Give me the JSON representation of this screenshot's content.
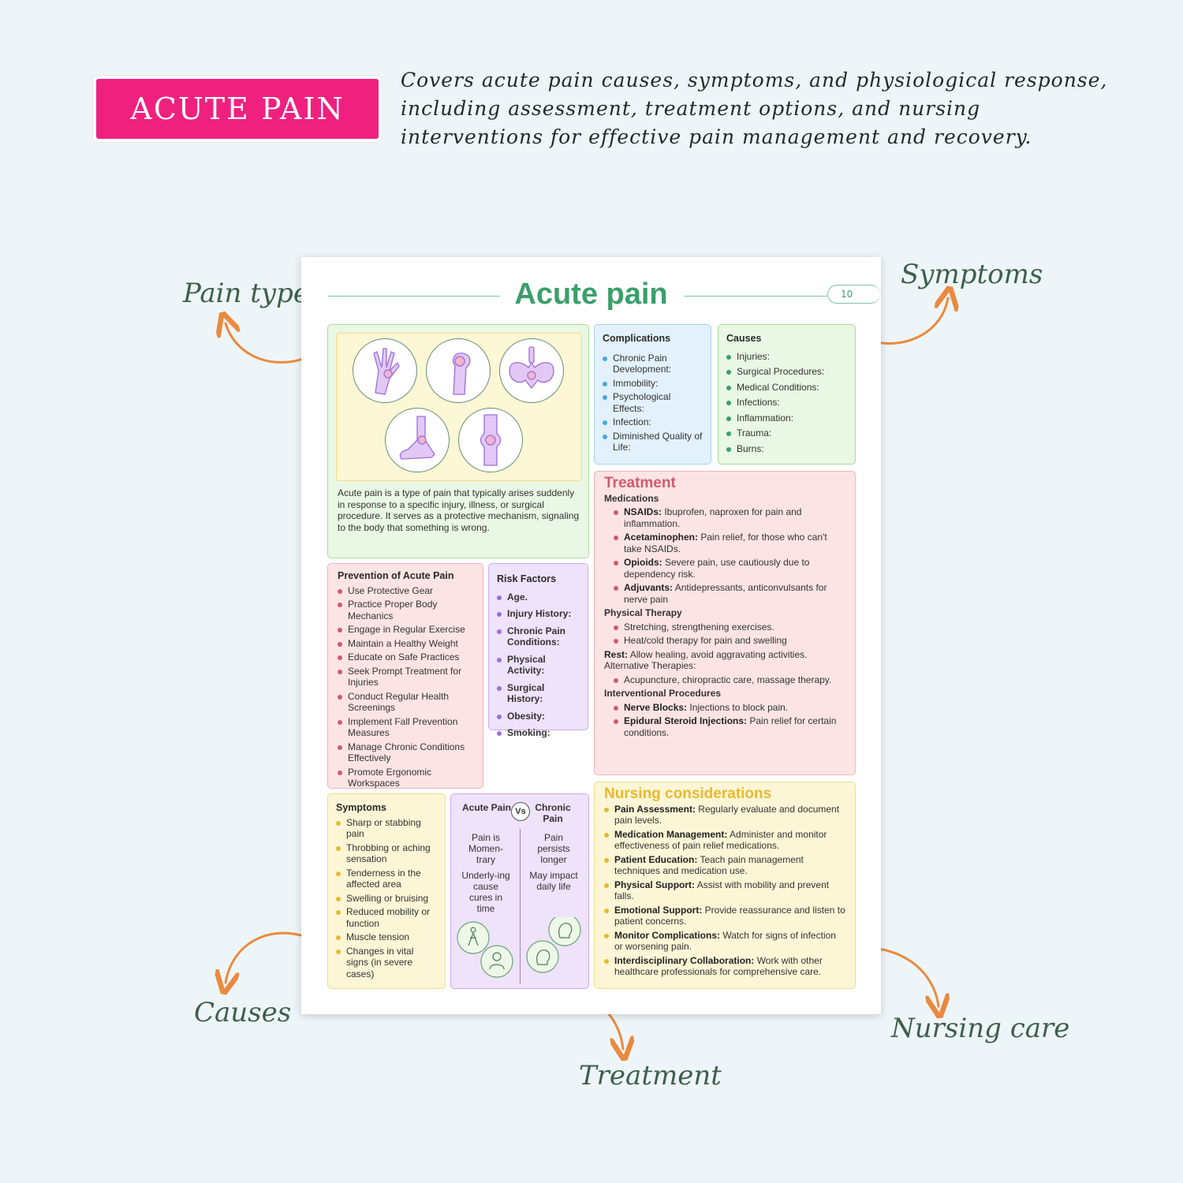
{
  "banner": {
    "label": "ACUTE PAIN"
  },
  "intro": "Covers acute pain causes, symptoms, and physiological response, including assessment, treatment options, and nursing interventions for effective pain management and recovery.",
  "callouts": {
    "pain_types": "Pain types",
    "symptoms": "Symptoms",
    "causes": "Causes",
    "treatment": "Treatment",
    "nursing_care": "Nursing care"
  },
  "colors": {
    "accent_pink": "#f0207f",
    "title_green": "#3a9f6b",
    "arrow_orange": "#e98a3f",
    "callout_green": "#3e5f4b"
  },
  "page": {
    "title": "Acute pain",
    "page_number": "10",
    "intro_box": {
      "icons": [
        "hand-joint-icon",
        "shoulder-joint-icon",
        "pelvis-icon",
        "foot-joint-icon",
        "knee-joint-icon"
      ],
      "text": "Acute pain is a type of pain that typically arises suddenly in response to a specific injury, illness, or surgical procedure. It serves as a protective mechanism, signaling to the body that something is wrong."
    },
    "complications": {
      "title": "Complications",
      "items": [
        "Chronic Pain Development:",
        "Immobility:",
        "Psychological Effects:",
        "Infection:",
        "Diminished Quality of Life:"
      ]
    },
    "causes": {
      "title": "Causes",
      "items": [
        "Injuries:",
        "Surgical Procedures:",
        "Medical Conditions:",
        "Infections:",
        "Inflammation:",
        "Trauma:",
        "Burns:"
      ]
    },
    "treatment": {
      "title": "Treatment",
      "medications_label": "Medications",
      "medications": [
        {
          "term": "NSAIDs:",
          "desc": " Ibuprofen, naproxen for pain and inflammation."
        },
        {
          "term": "Acetaminophen:",
          "desc": " Pain relief, for those who can't take NSAIDs."
        },
        {
          "term": "Opioids:",
          "desc": " Severe pain, use cautiously due to dependency risk."
        },
        {
          "term": "Adjuvants:",
          "desc": " Antidepressants, anticonvulsants for nerve pain"
        }
      ],
      "physical_label": "Physical Therapy",
      "physical": [
        "Stretching, strengthening exercises.",
        "Heat/cold therapy for pain and swelling"
      ],
      "rest_term": "Rest:",
      "rest_desc": " Allow healing, avoid aggravating activities. Alternative Therapies:",
      "alternative": [
        "Acupuncture, chiropractic care, massage therapy."
      ],
      "interventional_label": "Interventional Procedures",
      "interventional": [
        {
          "term": "Nerve Blocks:",
          "desc": " Injections to block pain."
        },
        {
          "term": "Epidural Steroid Injections:",
          "desc": " Pain relief for certain conditions."
        }
      ]
    },
    "prevention": {
      "title": "Prevention of Acute Pain",
      "items": [
        "Use Protective Gear",
        "Practice Proper Body Mechanics",
        "Engage in Regular Exercise",
        "Maintain a Healthy Weight",
        "Educate on Safe Practices",
        "Seek Prompt Treatment for Injuries",
        "Conduct Regular Health Screenings",
        "Implement Fall Prevention Measures",
        "Manage Chronic Conditions Effectively",
        "Promote Ergonomic Workspaces"
      ]
    },
    "risk_factors": {
      "title": "Risk Factors",
      "items": [
        "Age.",
        "Injury History:",
        "Chronic Pain Conditions:",
        "Physical Activity:",
        "Surgical History:",
        "Obesity:",
        "Smoking:"
      ]
    },
    "symptoms": {
      "title": "Symptoms",
      "items": [
        "Sharp or stabbing pain",
        "Throbbing or aching sensation",
        "Tenderness in the affected area",
        "Swelling or bruising",
        "Reduced mobility or function",
        "Muscle tension",
        "Changes in vital signs (in severe cases)"
      ]
    },
    "versus": {
      "vs": "Vs",
      "acute_title": "Acute Pain",
      "chronic_title": "Chronic Pain",
      "acute_1": "Pain is Momen-trary",
      "acute_2": "Underly-ing cause cures in time",
      "chronic_1": "Pain persists longer",
      "chronic_2": "May impact daily life"
    },
    "nursing": {
      "title": "Nursing considerations",
      "items": [
        {
          "term": "Pain Assessment:",
          "desc": " Regularly evaluate and document pain levels."
        },
        {
          "term": "Medication Management:",
          "desc": " Administer and monitor effectiveness of pain relief medications."
        },
        {
          "term": "Patient Education:",
          "desc": " Teach pain management techniques and medication use."
        },
        {
          "term": "Physical Support:",
          "desc": " Assist with mobility and prevent falls."
        },
        {
          "term": "Emotional Support:",
          "desc": " Provide reassurance and listen to patient concerns."
        },
        {
          "term": "Monitor Complications:",
          "desc": " Watch for signs of infection or worsening pain."
        },
        {
          "term": "Interdisciplinary Collaboration:",
          "desc": " Work with other healthcare professionals for comprehensive care."
        }
      ]
    }
  }
}
